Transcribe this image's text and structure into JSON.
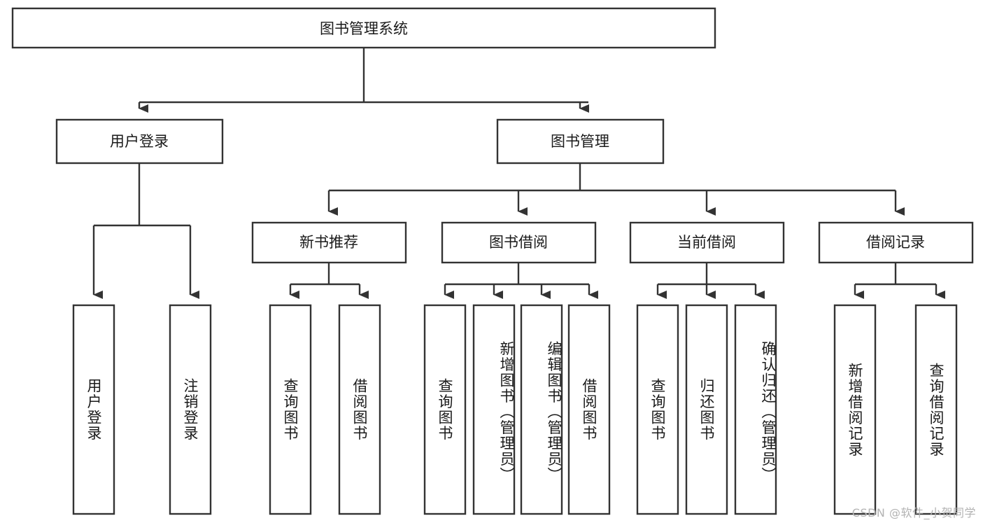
{
  "diagram": {
    "title": "图书管理系统",
    "type": "tree-hierarchy-chart",
    "colors": {
      "box_stroke": "#333333",
      "box_fill": "#ffffff",
      "text": "#1a1a1a",
      "background": "#ffffff",
      "watermark": "#b3b3b3"
    },
    "root": {
      "label": "图书管理系统"
    },
    "level2": [
      {
        "label": "用户登录"
      },
      {
        "label": "图书管理"
      }
    ],
    "level3": [
      {
        "label": "新书推荐"
      },
      {
        "label": "图书借阅"
      },
      {
        "label": "当前借阅"
      },
      {
        "label": "借阅记录"
      }
    ],
    "leaves": {
      "user_login": [
        {
          "label": "用户登录"
        },
        {
          "label": "注销登录"
        }
      ],
      "new_book_recommend": [
        {
          "label": "查询图书"
        },
        {
          "label": "借阅图书"
        }
      ],
      "book_borrow": [
        {
          "label": "查询图书"
        },
        {
          "label": "新增图书（管理员）"
        },
        {
          "label": "编辑图书（管理员）"
        },
        {
          "label": "借阅图书"
        }
      ],
      "current_borrow": [
        {
          "label": "查询图书"
        },
        {
          "label": "归还图书"
        },
        {
          "label": "确认归还（管理员）"
        }
      ],
      "borrow_record": [
        {
          "label": "新增借阅记录"
        },
        {
          "label": "查询借阅记录"
        }
      ]
    }
  },
  "watermark": {
    "text": "CSDN @软件_小贺同学"
  },
  "chart_data": {
    "type": "table",
    "title": "图书管理系统 功能结构图",
    "nodes": [
      {
        "id": "root",
        "label": "图书管理系统",
        "level": 0,
        "parent": null
      },
      {
        "id": "n1",
        "label": "用户登录",
        "level": 1,
        "parent": "root"
      },
      {
        "id": "n2",
        "label": "图书管理",
        "level": 1,
        "parent": "root"
      },
      {
        "id": "n1a",
        "label": "用户登录",
        "level": 2,
        "parent": "n1"
      },
      {
        "id": "n1b",
        "label": "注销登录",
        "level": 2,
        "parent": "n1"
      },
      {
        "id": "n2a",
        "label": "新书推荐",
        "level": 2,
        "parent": "n2"
      },
      {
        "id": "n2b",
        "label": "图书借阅",
        "level": 2,
        "parent": "n2"
      },
      {
        "id": "n2c",
        "label": "当前借阅",
        "level": 2,
        "parent": "n2"
      },
      {
        "id": "n2d",
        "label": "借阅记录",
        "level": 2,
        "parent": "n2"
      },
      {
        "id": "n2a1",
        "label": "查询图书",
        "level": 3,
        "parent": "n2a"
      },
      {
        "id": "n2a2",
        "label": "借阅图书",
        "level": 3,
        "parent": "n2a"
      },
      {
        "id": "n2b1",
        "label": "查询图书",
        "level": 3,
        "parent": "n2b"
      },
      {
        "id": "n2b2",
        "label": "新增图书（管理员）",
        "level": 3,
        "parent": "n2b"
      },
      {
        "id": "n2b3",
        "label": "编辑图书（管理员）",
        "level": 3,
        "parent": "n2b"
      },
      {
        "id": "n2b4",
        "label": "借阅图书",
        "level": 3,
        "parent": "n2b"
      },
      {
        "id": "n2c1",
        "label": "查询图书",
        "level": 3,
        "parent": "n2c"
      },
      {
        "id": "n2c2",
        "label": "归还图书",
        "level": 3,
        "parent": "n2c"
      },
      {
        "id": "n2c3",
        "label": "确认归还（管理员）",
        "level": 3,
        "parent": "n2c"
      },
      {
        "id": "n2d1",
        "label": "新增借阅记录",
        "level": 3,
        "parent": "n2d"
      },
      {
        "id": "n2d2",
        "label": "查询借阅记录",
        "level": 3,
        "parent": "n2d"
      }
    ]
  }
}
